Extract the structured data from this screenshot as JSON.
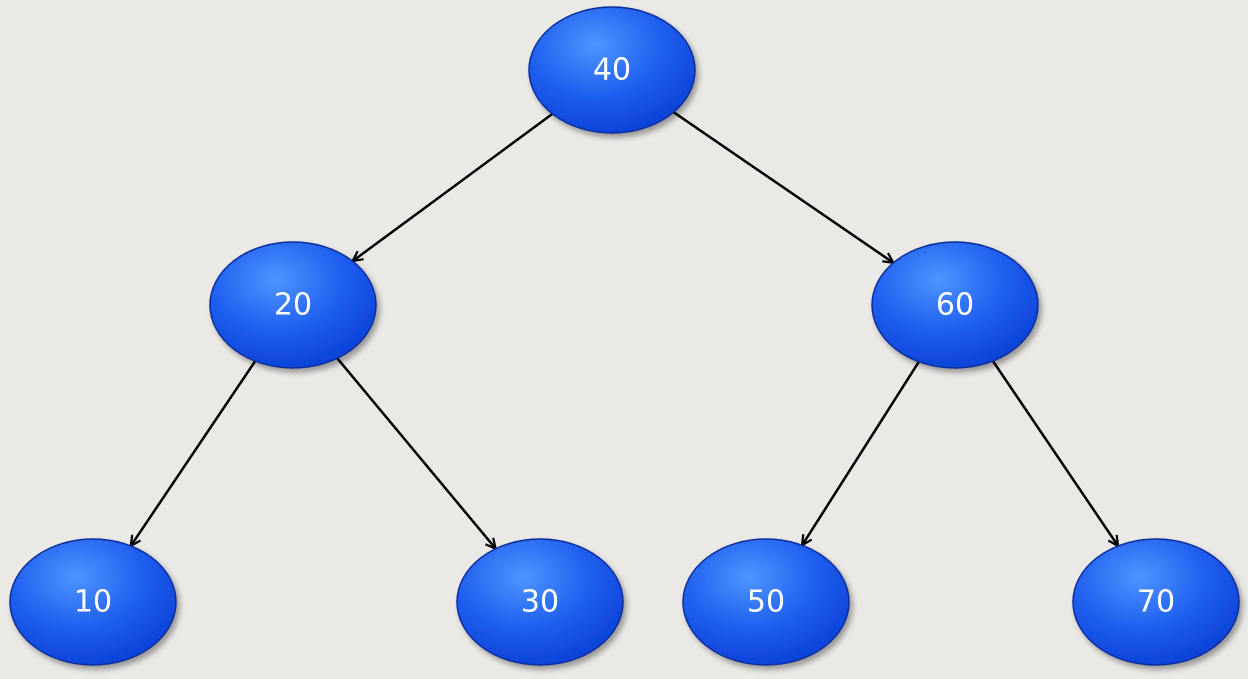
{
  "tree": {
    "nodes": [
      {
        "id": "n40",
        "label": "40"
      },
      {
        "id": "n20",
        "label": "20"
      },
      {
        "id": "n60",
        "label": "60"
      },
      {
        "id": "n10",
        "label": "10"
      },
      {
        "id": "n30",
        "label": "30"
      },
      {
        "id": "n50",
        "label": "50"
      },
      {
        "id": "n70",
        "label": "70"
      }
    ],
    "edges": [
      {
        "from": "n40",
        "to": "n20"
      },
      {
        "from": "n40",
        "to": "n60"
      },
      {
        "from": "n20",
        "to": "n10"
      },
      {
        "from": "n20",
        "to": "n30"
      },
      {
        "from": "n60",
        "to": "n50"
      },
      {
        "from": "n60",
        "to": "n70"
      }
    ]
  },
  "colors": {
    "background": "#ebe9e6",
    "node_fill_light": "#3f8cff",
    "node_fill_dark": "#0a3fd6",
    "node_stroke": "#0a2f9a",
    "edge": "#000000",
    "label": "#ffffff"
  }
}
